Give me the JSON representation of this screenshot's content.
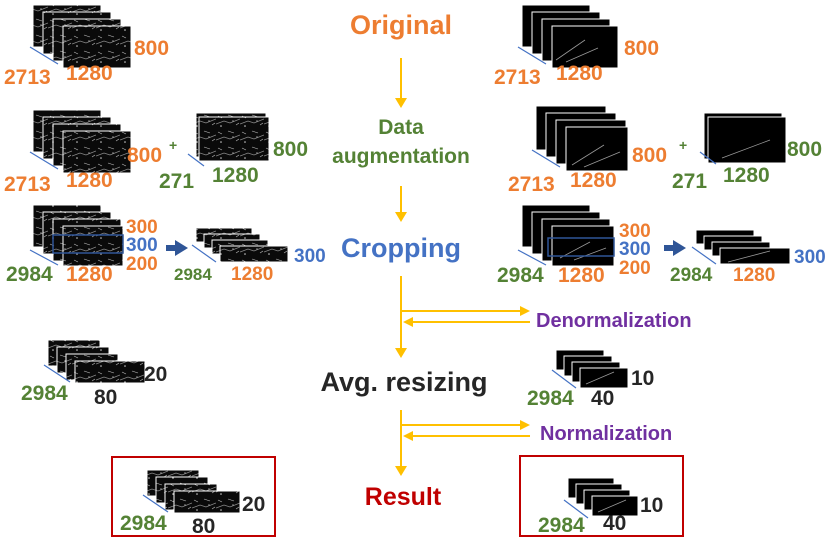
{
  "colors": {
    "orange": "#ED7D31",
    "green": "#548235",
    "blue": "#4472C4",
    "purple": "#7030A0",
    "red": "#C00000",
    "dark": "#262626",
    "arrow": "#FFC000",
    "bluearrow": "#2F5597"
  },
  "steps": {
    "original": "Original",
    "data_augmentation_line1": "Data",
    "data_augmentation_line2": "augmentation",
    "cropping": "Cropping",
    "denormalization": "Denormalization",
    "avg_resizing": "Avg. resizing",
    "normalization": "Normalization",
    "result": "Result"
  },
  "left": {
    "original": {
      "depth": "2713",
      "width": "1280",
      "height": "800"
    },
    "augmented_main": {
      "depth": "2713",
      "width": "1280",
      "height": "800",
      "plus": "+"
    },
    "augmented_extra": {
      "depth": "271",
      "width": "1280",
      "height": "800"
    },
    "cropping": {
      "depth": "2984",
      "width": "1280",
      "top": "300",
      "mid": "300",
      "bottom": "200"
    },
    "cropped": {
      "depth": "2984",
      "width": "1280",
      "height": "300"
    },
    "resized": {
      "depth": "2984",
      "width": "80",
      "height": "20"
    },
    "result": {
      "depth": "2984",
      "width": "80",
      "height": "20"
    }
  },
  "right": {
    "original": {
      "depth": "2713",
      "width": "1280",
      "height": "800"
    },
    "augmented_main": {
      "depth": "2713",
      "width": "1280",
      "height": "800",
      "plus": "+"
    },
    "augmented_extra": {
      "depth": "271",
      "width": "1280",
      "height": "800"
    },
    "cropping": {
      "depth": "2984",
      "width": "1280",
      "top": "300",
      "mid": "300",
      "bottom": "200"
    },
    "cropped": {
      "depth": "2984",
      "width": "1280",
      "height": "300"
    },
    "resized": {
      "depth": "2984",
      "width": "40",
      "height": "10"
    },
    "result": {
      "depth": "2984",
      "width": "40",
      "height": "10"
    }
  }
}
